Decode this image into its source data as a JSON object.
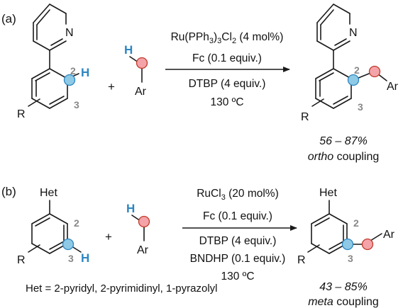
{
  "colors": {
    "blue_atom": "#8ecae6",
    "blue_stroke": "#2e86c1",
    "red_atom": "#f4a3a8",
    "red_stroke": "#c0392b",
    "bond": "#1a1a1a",
    "locant": "#888888"
  },
  "panel_a": {
    "label": "(a)",
    "substrate": {
      "N": "N",
      "H": "H",
      "R": "R",
      "pos2": "2",
      "pos3": "3"
    },
    "plus": "+",
    "reagent": {
      "H": "H",
      "Ar": "Ar"
    },
    "conditions": {
      "catalyst_main": "Ru(PPh",
      "catalyst_sub1": "3",
      "catalyst_mid": ")",
      "catalyst_sub2": "3",
      "catalyst_tail": "Cl",
      "catalyst_sub3": "2",
      "catalyst_amount": " (4 mol%)",
      "line2": "Fc (0.1 equiv.)",
      "line3": "DTBP (4 equiv.)",
      "line4": "130 ºC"
    },
    "product": {
      "N": "N",
      "R": "R",
      "Ar": "Ar",
      "pos2": "2",
      "pos3": "3"
    },
    "yield": "56 – 87%",
    "selectivity_word": "ortho",
    "selectivity_rest": " coupling"
  },
  "panel_b": {
    "label": "(b)",
    "substrate": {
      "Het": "Het",
      "H": "H",
      "R": "R",
      "pos2": "2",
      "pos3": "3"
    },
    "plus": "+",
    "reagent": {
      "H": "H",
      "Ar": "Ar"
    },
    "conditions": {
      "catalyst_main": "RuCl",
      "catalyst_sub": "3",
      "catalyst_amount": " (20 mol%)",
      "line2": "Fc (0.1 equiv.)",
      "line3": "DTBP (4 equiv.)",
      "line4": "BNDHP (0.1 equiv.)",
      "line5": "130 ºC"
    },
    "product": {
      "Het": "Het",
      "R": "R",
      "Ar": "Ar",
      "pos2": "2",
      "pos3": "3"
    },
    "yield": "43 – 85%",
    "selectivity_word": "meta",
    "selectivity_rest": " coupling",
    "footnote": "Het = 2-pyridyl, 2-pyrimidinyl, 1-pyrazolyl"
  }
}
